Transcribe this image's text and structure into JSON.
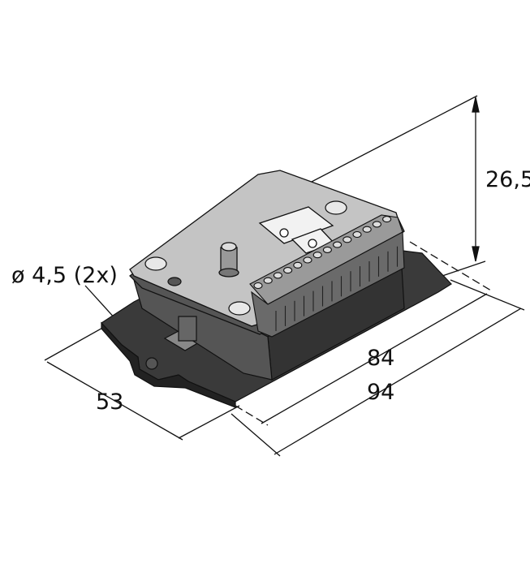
{
  "dimensions": {
    "height": "26,5",
    "hole": "ø 4,5 (2x)",
    "inner_length": "84",
    "outer_length": "94",
    "width": "53"
  },
  "colors": {
    "base": "#3a3a3a",
    "top_plate": "#bdbdbd",
    "terminal_block": "#7a7a7a",
    "line": "#111111"
  }
}
